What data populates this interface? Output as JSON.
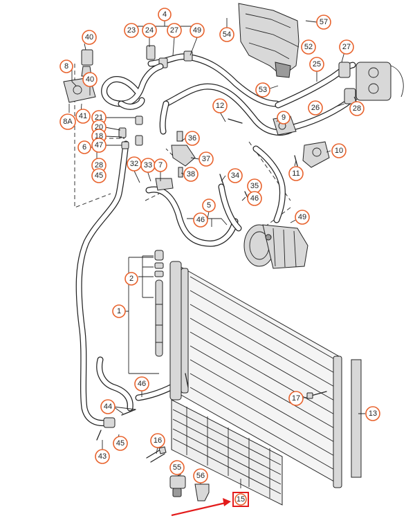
{
  "callouts": [
    {
      "id": "c4",
      "text": "4"
    },
    {
      "id": "c23",
      "text": "23"
    },
    {
      "id": "c24",
      "text": "24"
    },
    {
      "id": "c27a",
      "text": "27"
    },
    {
      "id": "c49a",
      "text": "49"
    },
    {
      "id": "c54",
      "text": "54"
    },
    {
      "id": "c57",
      "text": "57"
    },
    {
      "id": "c52",
      "text": "52"
    },
    {
      "id": "c40a",
      "text": "40"
    },
    {
      "id": "c40b",
      "text": "40"
    },
    {
      "id": "c8",
      "text": "8"
    },
    {
      "id": "c8A",
      "text": "8A"
    },
    {
      "id": "c41",
      "text": "41"
    },
    {
      "id": "c25",
      "text": "25"
    },
    {
      "id": "c53",
      "text": "53"
    },
    {
      "id": "c27b",
      "text": "27"
    },
    {
      "id": "c26",
      "text": "26"
    },
    {
      "id": "c28a",
      "text": "28"
    },
    {
      "id": "c12",
      "text": "12"
    },
    {
      "id": "c9",
      "text": "9"
    },
    {
      "id": "c10",
      "text": "10"
    },
    {
      "id": "c11",
      "text": "11"
    },
    {
      "id": "c21",
      "text": "21"
    },
    {
      "id": "c20",
      "text": "20"
    },
    {
      "id": "c18",
      "text": "18"
    },
    {
      "id": "c47a",
      "text": "47"
    },
    {
      "id": "c6",
      "text": "6"
    },
    {
      "id": "c28b",
      "text": "28"
    },
    {
      "id": "c45a",
      "text": "45"
    },
    {
      "id": "c36",
      "text": "36"
    },
    {
      "id": "c37",
      "text": "37"
    },
    {
      "id": "c32",
      "text": "32"
    },
    {
      "id": "c33",
      "text": "33"
    },
    {
      "id": "c7",
      "text": "7"
    },
    {
      "id": "c38",
      "text": "38"
    },
    {
      "id": "c34",
      "text": "34"
    },
    {
      "id": "c35",
      "text": "35"
    },
    {
      "id": "c46a",
      "text": "46"
    },
    {
      "id": "c5",
      "text": "5"
    },
    {
      "id": "c46b",
      "text": "46"
    },
    {
      "id": "c49b",
      "text": "49"
    },
    {
      "id": "c2",
      "text": "2"
    },
    {
      "id": "c1",
      "text": "1"
    },
    {
      "id": "c46c",
      "text": "46"
    },
    {
      "id": "c44",
      "text": "44"
    },
    {
      "id": "c45b",
      "text": "45"
    },
    {
      "id": "c43",
      "text": "43"
    },
    {
      "id": "c17",
      "text": "17"
    },
    {
      "id": "c13",
      "text": "13"
    },
    {
      "id": "c16",
      "text": "16"
    },
    {
      "id": "c55",
      "text": "55"
    },
    {
      "id": "c56",
      "text": "56"
    },
    {
      "id": "c15",
      "text": "15"
    }
  ],
  "highlight": {
    "target": "15",
    "box_color": "#e31b1b",
    "arrow_color": "#e31b1b"
  },
  "colors": {
    "callout_ring": "#e8622c",
    "line": "#222222"
  }
}
